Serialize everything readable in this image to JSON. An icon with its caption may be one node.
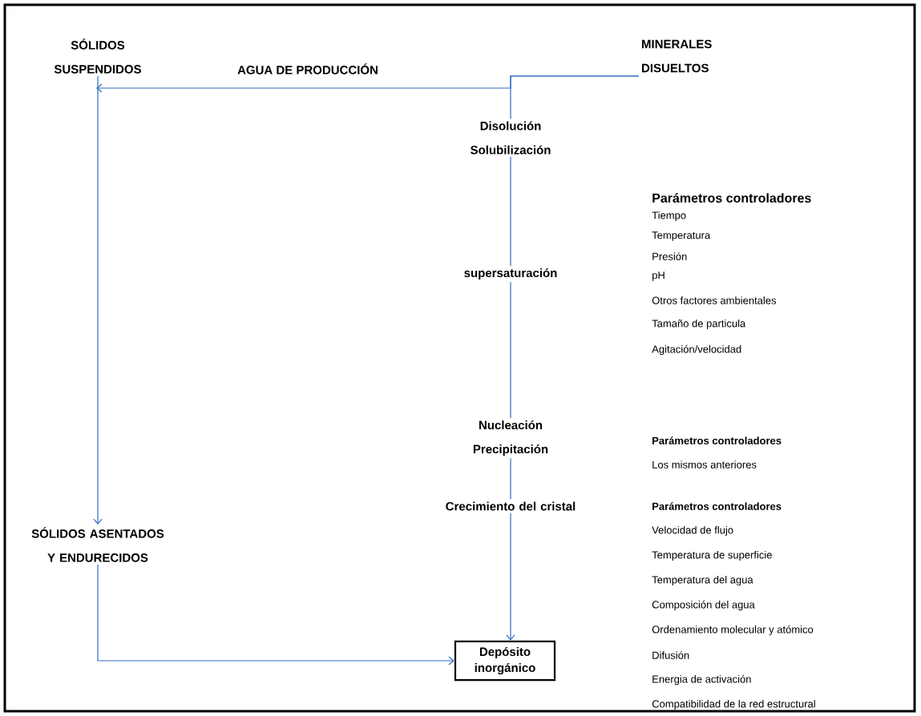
{
  "diagram": {
    "nodes": [
      {
        "text": [
          "SÓLIDOS SUSPENDIDOS"
        ]
      },
      {
        "text": [
          "MINERALES DISUELTOS"
        ]
      },
      {
        "text": [
          "Disolución Solubilización"
        ]
      },
      {
        "text": [
          "supersaturación"
        ]
      },
      {
        "text": [
          "Nucleación Precipitación"
        ]
      },
      {
        "text": [
          "Crecimiento del cristal"
        ]
      },
      {
        "text": [
          "SÓLIDOS ASENTADOS Y ENDURECIDOS"
        ]
      },
      {
        "text": [
          "Depósito inorgánico"
        ]
      }
    ],
    "edges": [
      {
        "from": 1,
        "to": 0,
        "arrow": "to",
        "label": "AGUA DE PRODUCCIÓN"
      },
      {
        "from": 1,
        "to": 2,
        "arrow": "none"
      },
      {
        "from": 2,
        "to": 3,
        "arrow": "none"
      },
      {
        "from": 3,
        "to": 4,
        "arrow": "none"
      },
      {
        "from": 4,
        "to": 5,
        "arrow": "none"
      },
      {
        "from": 5,
        "to": 7,
        "arrow": "to"
      },
      {
        "from": 0,
        "to": 6,
        "arrow": "to"
      },
      {
        "from": 6,
        "to": 7,
        "arrow": "to"
      }
    ],
    "labels": [
      "Parámetros controladores",
      "Tiempo",
      "Temperatura",
      "Presión",
      "pH",
      "Otros factores ambientales",
      "Tamaño de particula",
      "Agitación/velocidad",
      "Parámetros controladores",
      "Los mismos anteriores",
      "Parámetros controladores",
      "Velocidad de flujo",
      "Temperatura de superficie",
      "Temperatura del agua",
      "Composición del agua",
      "Ordenamiento molecular y atómico",
      "Difusión",
      "Energia de activación",
      "Compatibilidad de la red estructural"
    ]
  }
}
